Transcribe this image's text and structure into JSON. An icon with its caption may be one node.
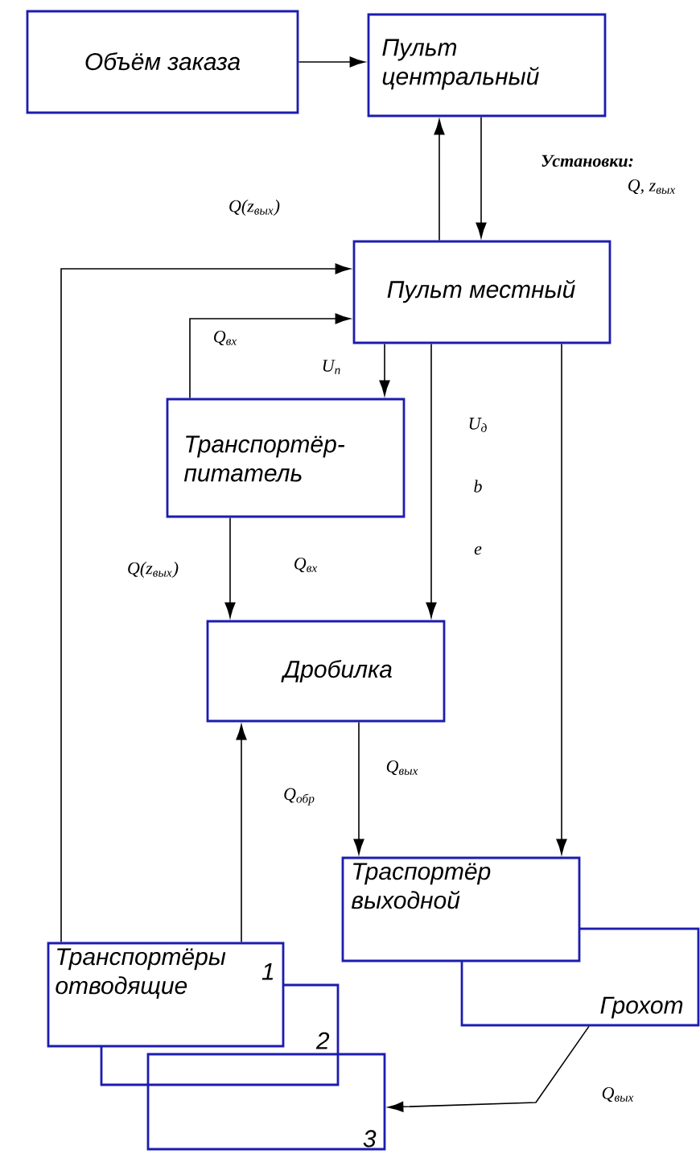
{
  "diagram": {
    "nodes": [
      {
        "text": [
          "Объём заказа"
        ]
      },
      {
        "text": [
          "Пульт центральный"
        ]
      },
      {
        "text": [
          "Пульт местный"
        ]
      },
      {
        "text": [
          "Транспортёр-питатель"
        ]
      },
      {
        "text": [
          "Дробилка"
        ]
      },
      {
        "text": [
          "Траспортёр выходной"
        ]
      },
      {
        "text": [
          "Грохот"
        ]
      },
      {
        "text": [
          "Транспортёры отводящие",
          "1"
        ]
      },
      {
        "text": [
          "2"
        ]
      },
      {
        "text": [
          "3"
        ]
      }
    ],
    "edges": [
      {
        "from": 0,
        "to": 1,
        "arrow": "to"
      },
      {
        "from": 2,
        "to": 1,
        "arrow": "to"
      },
      {
        "from": 1,
        "to": 2,
        "arrow": "to"
      },
      {
        "from": 7,
        "to": 2,
        "arrow": "to"
      },
      {
        "from": 3,
        "to": 2,
        "arrow": "to",
        "label": "Q$_{вх}$"
      },
      {
        "from": 2,
        "to": 3,
        "arrow": "to",
        "label": "U$_{п}$"
      },
      {
        "from": 2,
        "to": 4,
        "arrow": "to"
      },
      {
        "from": 3,
        "to": 4,
        "arrow": "to",
        "label": "Q$_{вх}$"
      },
      {
        "from": 2,
        "to": 5,
        "arrow": "to"
      },
      {
        "from": 4,
        "to": 5,
        "arrow": "to",
        "label": "Q$_{вых}$"
      },
      {
        "from": 7,
        "to": 4,
        "arrow": "to",
        "label": "Q$_{обр}$"
      },
      {
        "from": 6,
        "to": 9,
        "arrow": "to",
        "label": "Q$_{вых}$"
      }
    ],
    "labels": [
      "Q(z$_{вых}$)",
      "Установки:",
      "Q, z$_{вых}$",
      "U$_{д}$",
      "b",
      "e",
      "Q(z$_{вых}$)"
    ]
  }
}
